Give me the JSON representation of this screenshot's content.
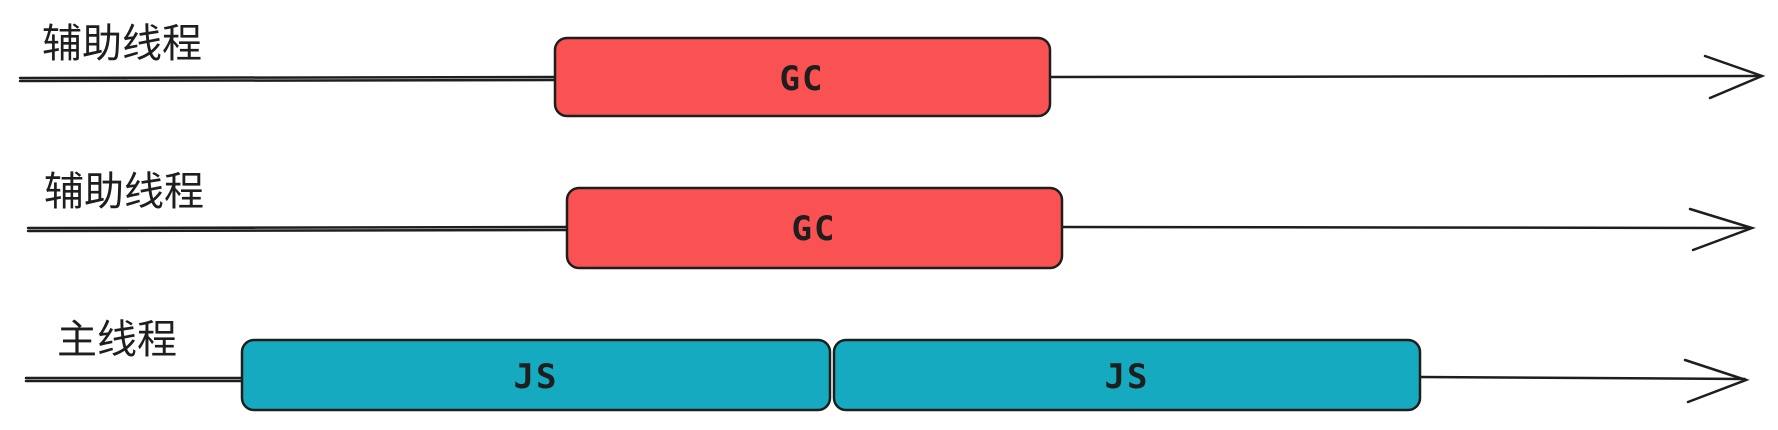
{
  "lanes": [
    {
      "label": "辅助线程",
      "blocks": [
        {
          "label": "GC",
          "color": "#fa5252"
        }
      ]
    },
    {
      "label": "辅助线程",
      "blocks": [
        {
          "label": "GC",
          "color": "#fa5252"
        }
      ]
    },
    {
      "label": "主线程",
      "blocks": [
        {
          "label": "JS",
          "color": "#15aabf"
        },
        {
          "label": "JS",
          "color": "#15aabf"
        }
      ]
    }
  ]
}
